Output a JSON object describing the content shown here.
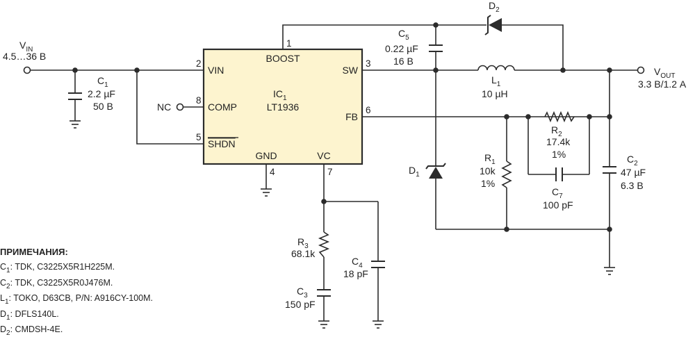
{
  "ic": {
    "ref": "IC",
    "ref_sub": "1",
    "part": "LT1936",
    "fill": "#fdf4cf",
    "pins": {
      "boost": "BOOST",
      "vin": "VIN",
      "comp": "COMP",
      "shdn": "SHDN",
      "sw": "SW",
      "fb": "FB",
      "gnd": "GND",
      "vc": "VC"
    },
    "pin_numbers": {
      "p1": "1",
      "p2": "2",
      "p3": "3",
      "p4": "4",
      "p5": "5",
      "p6": "6",
      "p7": "7",
      "p8": "8"
    }
  },
  "vin": {
    "label": "V",
    "label_sub": "IN",
    "value": "4.5…36 В"
  },
  "vout": {
    "label": "V",
    "label_sub": "OUT",
    "value": "3.3 В/1.2 А"
  },
  "nc": "NC",
  "components": {
    "c1": {
      "ref": "C",
      "sub": "1",
      "v1": "2.2 µF",
      "v2": "50 В"
    },
    "c2": {
      "ref": "C",
      "sub": "2",
      "v1": "47 µF",
      "v2": "6.3 В"
    },
    "c3": {
      "ref": "C",
      "sub": "3",
      "v1": "150 pF"
    },
    "c4": {
      "ref": "C",
      "sub": "4",
      "v1": "18 pF"
    },
    "c5": {
      "ref": "C",
      "sub": "5",
      "v1": "0.22 µF",
      "v2": "16 В"
    },
    "c7": {
      "ref": "C",
      "sub": "7",
      "v1": "100 pF"
    },
    "r1": {
      "ref": "R",
      "sub": "1",
      "v1": "10k",
      "v2": "1%"
    },
    "r2": {
      "ref": "R",
      "sub": "2",
      "v1": "17.4k",
      "v2": "1%"
    },
    "r3": {
      "ref": "R",
      "sub": "3",
      "v1": "68.1k"
    },
    "l1": {
      "ref": "L",
      "sub": "1",
      "v1": "10 µH"
    },
    "d1": {
      "ref": "D",
      "sub": "1"
    },
    "d2": {
      "ref": "D",
      "sub": "2"
    }
  },
  "notes": {
    "title": "ПРИМЕЧАНИЯ:",
    "items": [
      {
        "ref": "C",
        "sub": "1",
        "text": ": TDK, C3225X5R1H225M."
      },
      {
        "ref": "C",
        "sub": "2",
        "text": ": TDK, C3225X5R0J476M."
      },
      {
        "ref": "L",
        "sub": "1",
        "text": ": TOKO, D63CB, P/N: A916CY-100M."
      },
      {
        "ref": "D",
        "sub": "1",
        "text": ": DFLS140L."
      },
      {
        "ref": "D",
        "sub": "2",
        "text": ": CMDSH-4E."
      }
    ]
  }
}
